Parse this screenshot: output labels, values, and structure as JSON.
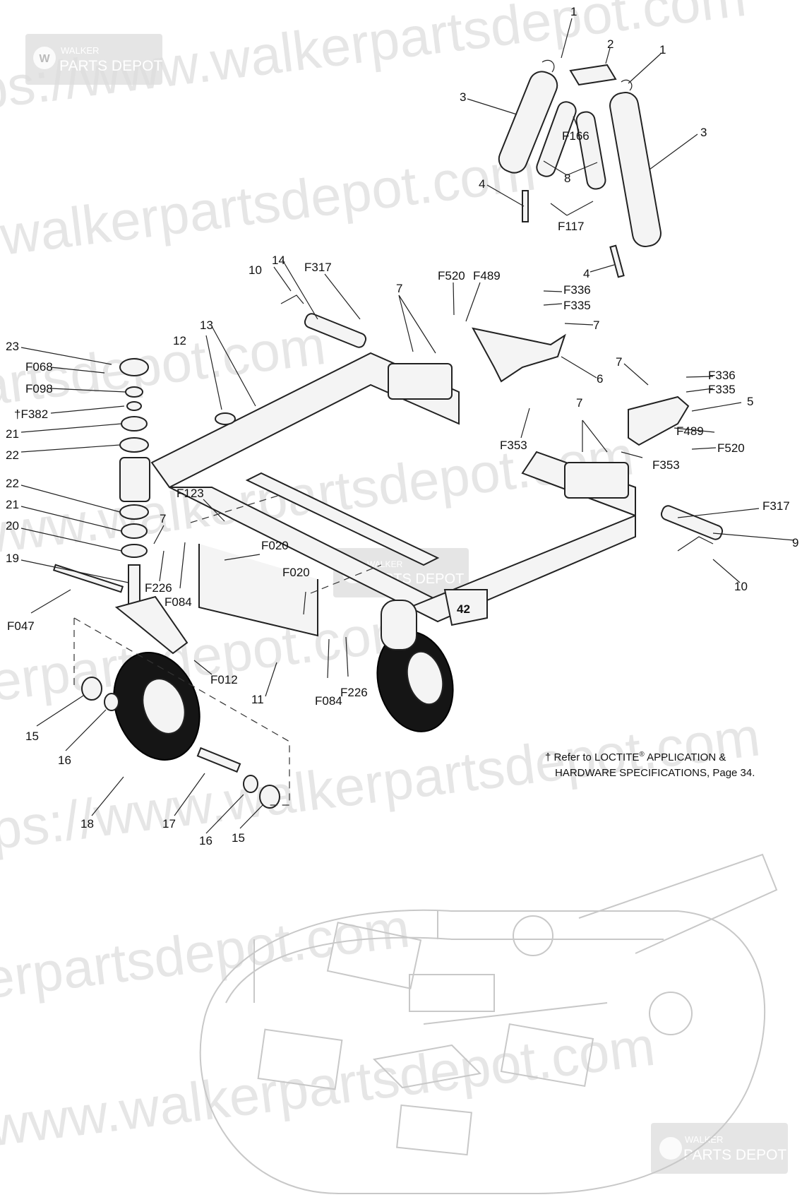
{
  "watermark": {
    "url_text": "https://www.walkerpartsdepot.com",
    "logo_small": "WALKER",
    "logo_large": "PARTS DEPOT"
  },
  "callouts": {
    "c1a": "1",
    "c1b": "1",
    "c2": "2",
    "c3a": "3",
    "c3b": "3",
    "c4a": "4",
    "c4b": "4",
    "c5": "5",
    "c6": "6",
    "c7a": "7",
    "c7b": "7",
    "c7c": "7",
    "c7d": "7",
    "c7e": "7",
    "c8": "8",
    "c9": "9",
    "c10a": "10",
    "c10b": "10",
    "c11": "11",
    "c12": "12",
    "c13": "13",
    "c14": "14",
    "c15a": "15",
    "c15b": "15",
    "c16a": "16",
    "c16b": "16",
    "c17": "17",
    "c18": "18",
    "c19": "19",
    "c20": "20",
    "c21a": "21",
    "c21b": "21",
    "c22a": "22",
    "c22b": "22",
    "c23": "23",
    "F012": "F012",
    "F020a": "F020",
    "F020b": "F020",
    "F047": "F047",
    "F068": "F068",
    "F084a": "F084",
    "F084b": "F084",
    "F098": "F098",
    "F117": "F117",
    "F123": "F123",
    "F166": "F166",
    "F226a": "F226",
    "F226b": "F226",
    "F317a": "F317",
    "F317b": "F317",
    "F335a": "F335",
    "F335b": "F335",
    "F336a": "F336",
    "F336b": "F336",
    "F353a": "F353",
    "F353b": "F353",
    "F382": "†F382",
    "F489a": "F489",
    "F489b": "F489",
    "F520a": "F520",
    "F520b": "F520"
  },
  "deck_number": "42",
  "note": {
    "dagger": "†",
    "line1_pre": "Refer to LOCTITE",
    "reg": "®",
    "line1_post": " APPLICATION &",
    "line2": "HARDWARE SPECIFICATIONS, Page 34."
  }
}
